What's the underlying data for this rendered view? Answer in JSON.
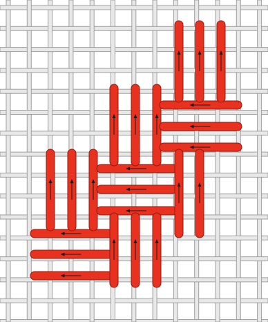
{
  "diagram": {
    "subject": "stitches-on-canvas-mesh",
    "colors": {
      "background": "#ffffff",
      "thread_fill": "#e8e8e8",
      "thread_edge": "#9e9e9e",
      "stitch_fill": "#e8321f",
      "stitch_edge": "#8f1a10",
      "arrow": "#1a1a1a"
    },
    "stitch_blocks": [
      {
        "id": "bottom-left-horizontal",
        "orientation": "horizontal",
        "stitch_count": 3,
        "direction": "leftward"
      },
      {
        "id": "lower-left-vertical",
        "orientation": "vertical",
        "stitch_count": 3,
        "direction": "upward"
      },
      {
        "id": "center-horizontal",
        "orientation": "horizontal",
        "stitch_count": 3,
        "direction": "leftward"
      },
      {
        "id": "lower-center-vertical",
        "orientation": "vertical",
        "stitch_count": 3,
        "direction": "upward"
      },
      {
        "id": "upper-center-vertical",
        "orientation": "vertical",
        "stitch_count": 3,
        "direction": "upward"
      },
      {
        "id": "upper-right-horizontal",
        "orientation": "horizontal",
        "stitch_count": 3,
        "direction": "leftward"
      },
      {
        "id": "right-vertical",
        "orientation": "vertical",
        "stitch_count": 2,
        "direction": "upward"
      },
      {
        "id": "top-right-vertical",
        "orientation": "vertical",
        "stitch_count": 3,
        "direction": "upward"
      }
    ]
  }
}
